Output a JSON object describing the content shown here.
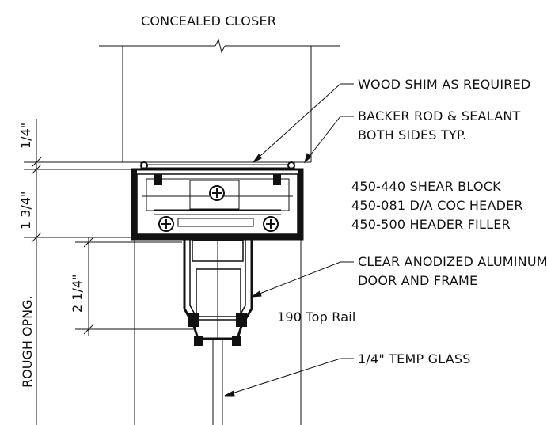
{
  "title": "CONCEALED CLOSER",
  "callouts": {
    "wood_shim": "WOOD SHIM AS REQUIRED",
    "backer_rod_line1": "BACKER ROD & SEALANT",
    "backer_rod_line2": "BOTH SIDES TYP.",
    "shear_block": "450-440 SHEAR BLOCK",
    "coc_header": "450-081 D/A COC HEADER",
    "header_filler": "450-500 HEADER FILLER",
    "aluminum_line1": "CLEAR ANODIZED ALUMINUM",
    "aluminum_line2": "DOOR AND FRAME",
    "top_rail": "190 Top Rail",
    "glass": "1/4\" TEMP GLASS"
  },
  "dimensions": {
    "gap": "1/4\"",
    "header_height": "1 3/4\"",
    "rail_height": "2 1/4\"",
    "rough_opening": "ROUGH OPNG."
  }
}
